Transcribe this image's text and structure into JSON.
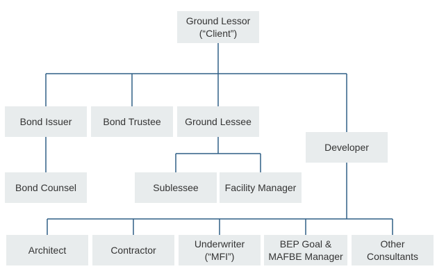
{
  "nodes": {
    "ground_lessor": [
      "Ground Lessor",
      "(“Client”)"
    ],
    "bond_issuer": [
      "Bond Issuer"
    ],
    "bond_trustee": [
      "Bond Trustee"
    ],
    "ground_lessee": [
      "Ground Lessee"
    ],
    "developer": [
      "Developer"
    ],
    "bond_counsel": [
      "Bond Counsel"
    ],
    "sublessee": [
      "Sublessee"
    ],
    "facility_manager": [
      "Facility Manager"
    ],
    "architect": [
      "Architect"
    ],
    "contractor": [
      "Contractor"
    ],
    "underwriter": [
      "Underwriter",
      "(“MFI”)"
    ],
    "bep_goal": [
      "BEP Goal &",
      "MAFBE Manager"
    ],
    "other_consultants": [
      "Other",
      "Consultants"
    ]
  },
  "colors": {
    "box_fill": "#e8eced",
    "connector": "#2f5f86",
    "text": "#333333"
  }
}
